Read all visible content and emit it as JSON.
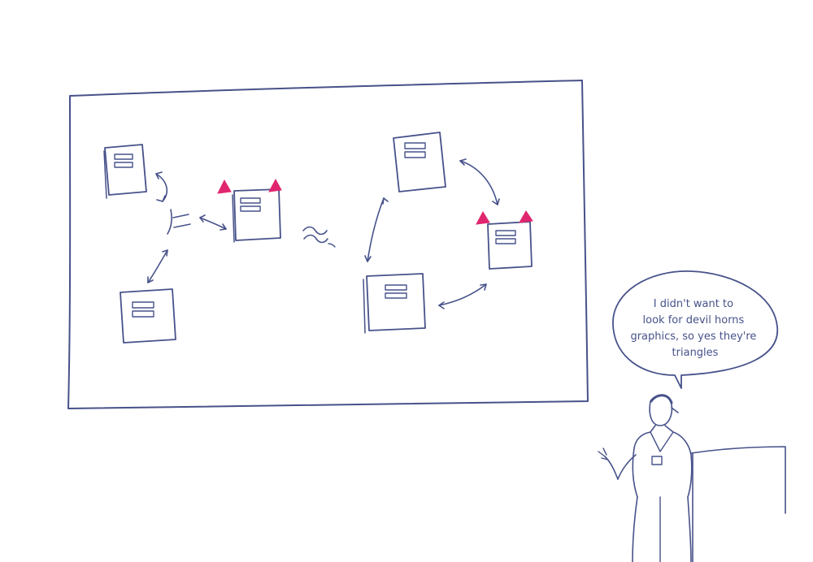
{
  "colors": {
    "ink": "#47528a",
    "accent": "#e0266e",
    "paper": "#ffffff"
  },
  "scene": {
    "left_group": {
      "nodes": [
        "doc-icon",
        "doc-icon",
        "doc-icon-with-horns"
      ],
      "connector": "branching-bidirectional-arrows"
    },
    "approx_symbol": "≈",
    "right_group": {
      "nodes": [
        "doc-icon",
        "doc-icon-with-horns",
        "doc-icon"
      ],
      "connector": "cycle-bidirectional-arrows"
    }
  },
  "speech_bubble": {
    "lines": [
      "I didn't want to",
      "look for devil horns",
      "graphics, so yes they're",
      "triangles"
    ]
  }
}
